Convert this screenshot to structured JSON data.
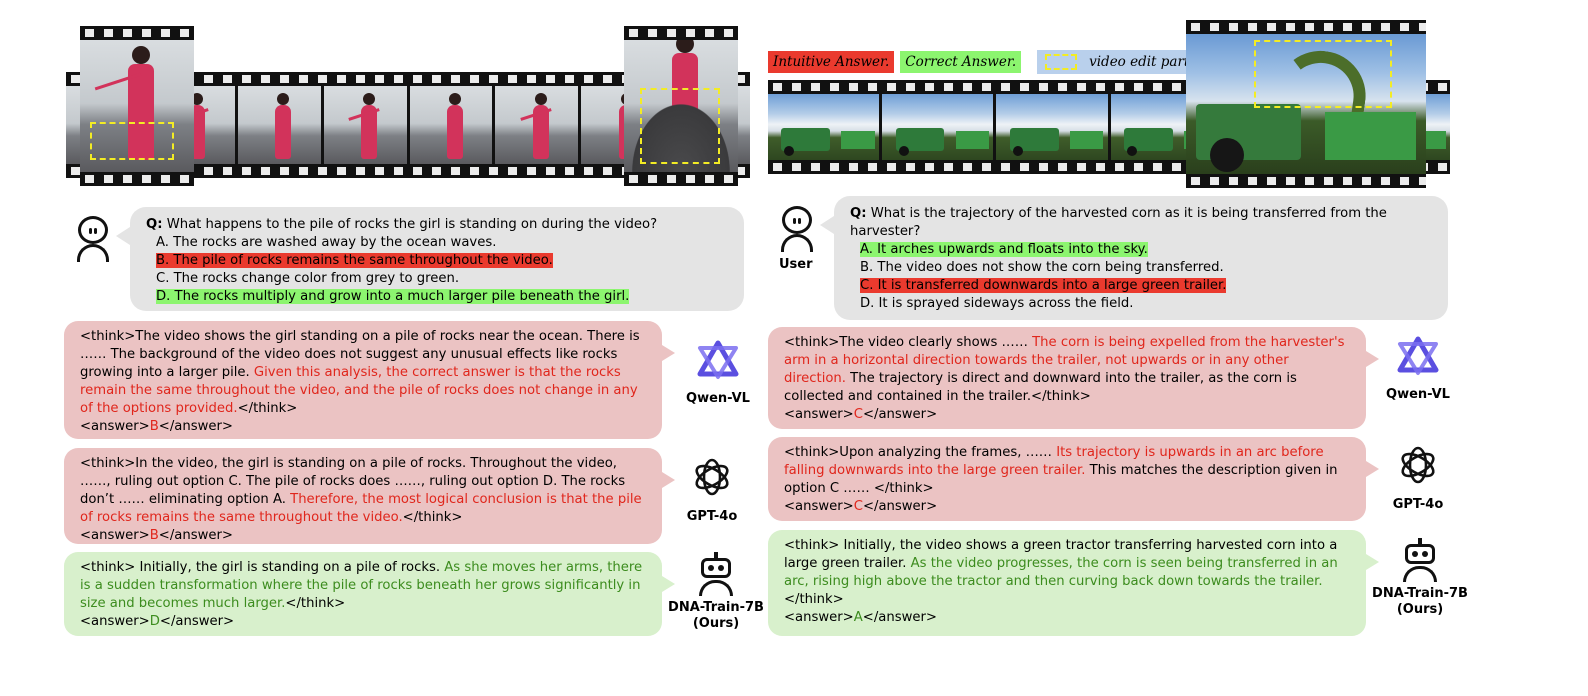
{
  "legend": {
    "intuitive": "Intuitive Answer.",
    "correct": "Correct Answer.",
    "edit": "video edit part",
    "colors": {
      "intuitive": "#ea3a2e",
      "correct": "#8cf56f",
      "edit_bg": "#b9d0ec",
      "edit_box": "#f3ec24"
    }
  },
  "left": {
    "question": {
      "prefix": "Q:",
      "text": "What happens to the pile of rocks the girl is standing on during the video?",
      "options": [
        "A. The rocks are washed away by the ocean waves.",
        "B. The pile of rocks remains the same throughout the video.",
        "C. The rocks change color from grey to green.",
        "D. The rocks multiply and grow into a much larger pile beneath the girl."
      ]
    },
    "answers": [
      {
        "model": "Qwen-VL",
        "plain1": "<think>The video shows the girl standing on a pile of rocks near the ocean. There is …… The background of the video does not suggest any unusual effects like rocks growing into a larger pile. ",
        "colored": "Given this analysis, the correct answer is that the rocks remain the same throughout the video, and the pile of rocks does not change in any of the options provided.",
        "plain2": "</think>",
        "ans_open": "<answer>",
        "ans": "B",
        "ans_close": "</answer>"
      },
      {
        "model": "GPT-4o",
        "plain1": "<think>In the video, the girl is standing on a pile of rocks. Throughout the video, ……, ruling out option C. The pile of rocks does ……, ruling out option D. The rocks don’t …… eliminating option A. ",
        "colored": "Therefore, the most logical conclusion is that the pile of rocks remains the same throughout the video.",
        "plain2": "</think>",
        "ans_open": "<answer>",
        "ans": "B",
        "ans_close": "</answer>"
      },
      {
        "model": "DNA-Train-7B",
        "model_sub": "(Ours)",
        "plain1": "<think> Initially, the girl is standing on a pile of rocks. ",
        "colored": "As she moves her arms, there is a sudden transformation where the pile of rocks beneath her grows significantly in size and becomes much larger.",
        "plain2": "</think>",
        "ans_open": "<answer>",
        "ans": "D",
        "ans_close": "</answer>"
      }
    ]
  },
  "right": {
    "user_label": "User",
    "question": {
      "prefix": "Q:",
      "text": "What is the trajectory of the harvested corn as it is being transferred from the harvester?",
      "options": [
        "A. It arches upwards and floats into the sky.",
        "B. The video does not show the corn being transferred.",
        "C. It is transferred downwards into a large green trailer.",
        "D. It is sprayed sideways across the field."
      ]
    },
    "answers": [
      {
        "model": "Qwen-VL",
        "plain1": "<think>The video clearly shows …… ",
        "colored": "The corn is being expelled from the harvester's arm in a horizontal direction towards the trailer, not upwards or in any other direction.",
        "plain2": " The trajectory is direct and downward into the trailer, as the corn is collected and contained in the trailer.</think>",
        "ans_open": "<answer>",
        "ans": "C",
        "ans_close": "</answer>"
      },
      {
        "model": "GPT-4o",
        "plain1": "<think>Upon analyzing the frames, …… ",
        "colored": "Its trajectory is upwards in an arc before falling downwards into the large green trailer.",
        "plain2": " This matches the description given in option C …… </think>",
        "ans_open": "<answer>",
        "ans": "C",
        "ans_close": "</answer>"
      },
      {
        "model": "DNA-Train-7B",
        "model_sub": "(Ours)",
        "plain1": "<think> Initially, the video shows a green tractor transferring harvested corn into a large green trailer. ",
        "colored": "As the video progresses, the corn is seen being transferred in an arc, rising high above the tractor and then curving back down towards the trailer.",
        "plain2": "</think>",
        "ans_open": "<answer>",
        "ans": "A",
        "ans_close": "</answer>"
      }
    ]
  }
}
